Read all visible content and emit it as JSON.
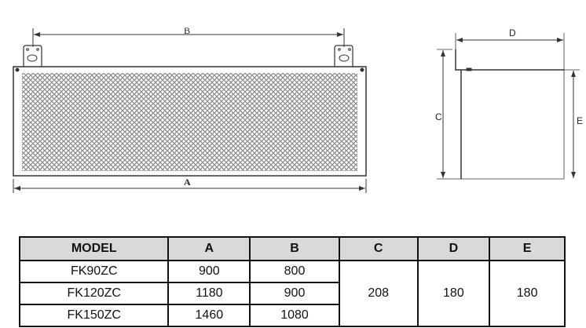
{
  "drawing": {
    "front_view": {
      "dimension_top": "B",
      "dimension_bottom": "A"
    },
    "side_view": {
      "dimension_top": "D",
      "dimension_left": "C",
      "dimension_right": "E"
    }
  },
  "table": {
    "headers": [
      "MODEL",
      "A",
      "B",
      "C",
      "D",
      "E"
    ],
    "rows": [
      {
        "model": "FK90ZC",
        "a": "900",
        "b": "800"
      },
      {
        "model": "FK120ZC",
        "a": "1180",
        "b": "900"
      },
      {
        "model": "FK150ZC",
        "a": "1460",
        "b": "1080"
      }
    ],
    "shared": {
      "c": "208",
      "d": "180",
      "e": "180"
    }
  }
}
